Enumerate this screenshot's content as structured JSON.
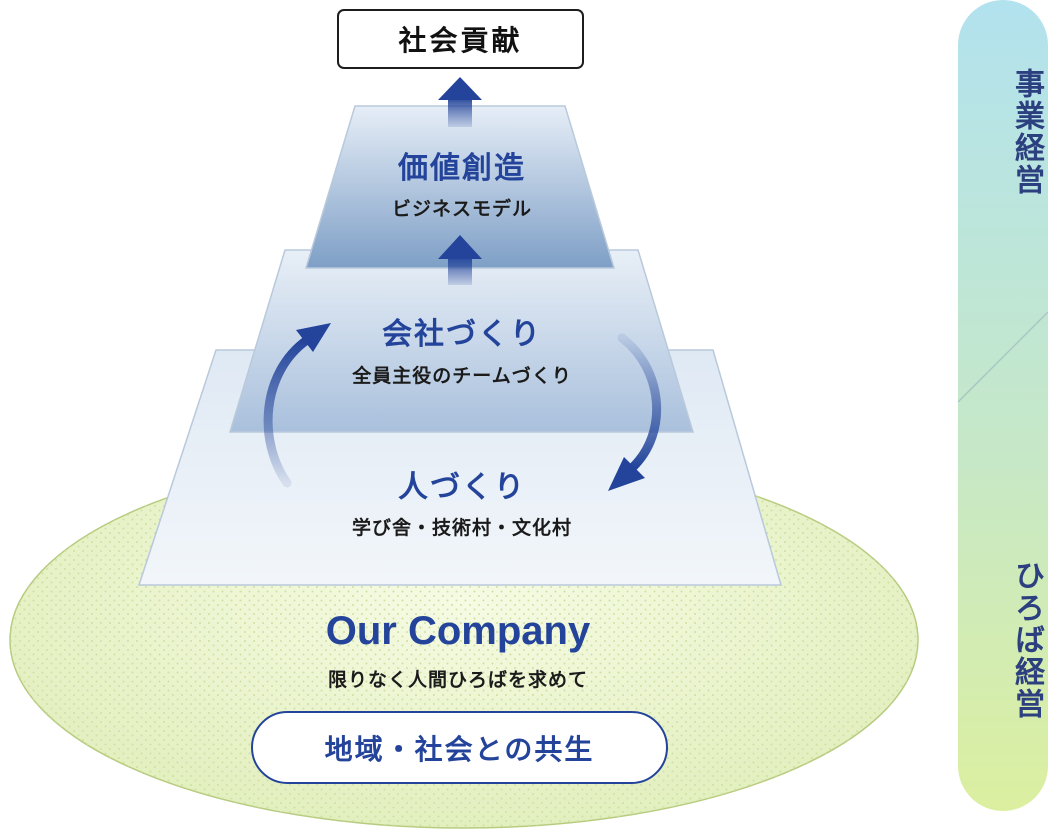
{
  "top_goal": "社会貢献",
  "tiers": [
    {
      "title": "価値創造",
      "subtitle": "ビジネスモデル"
    },
    {
      "title": "会社づくり",
      "subtitle": "全員主役のチームづくり"
    },
    {
      "title": "人づくり",
      "subtitle": "学び舎・技術村・文化村"
    }
  ],
  "foundation": {
    "company": "Our Company",
    "motto": "限りなく人間ひろばを求めて",
    "coexistence": "地域・社会との共生"
  },
  "side_bar": {
    "upper": "事業経営",
    "lower": "ひろば経営"
  },
  "colors": {
    "navy": "#23449a",
    "ellipse_green": "#eaf4c8",
    "tier_blue": "#c4d6ea"
  }
}
